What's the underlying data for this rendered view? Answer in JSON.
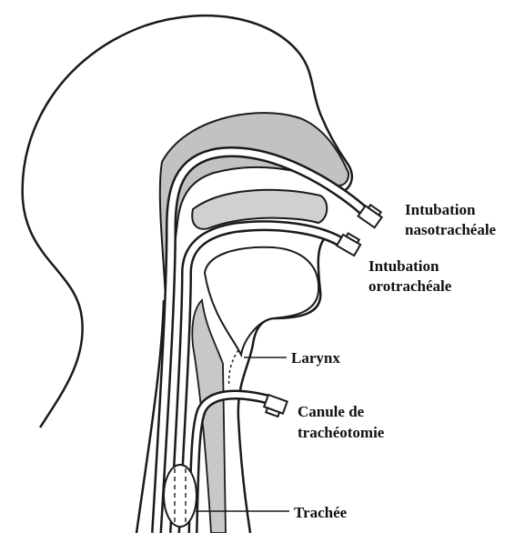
{
  "labels": {
    "nasal_line1": "Intubation",
    "nasal_line2": "nasotrachéale",
    "oral_line1": "Intubation",
    "oral_line2": "orotrachéale",
    "larynx": "Larynx",
    "trach_line1": "Canule de",
    "trach_line2": "trachéotomie",
    "trachea": "Trachée"
  },
  "colors": {
    "line": "#1a1a1a",
    "tissue": "#bdbdbd",
    "tissue_light": "#d8d8d8",
    "background": "#ffffff"
  }
}
